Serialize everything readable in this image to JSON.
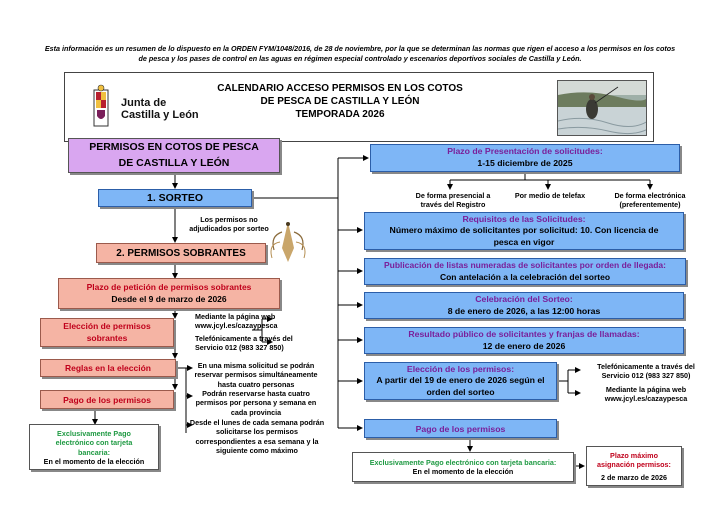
{
  "intro": "Esta información es un resumen de lo dispuesto en la ORDEN FYM/1048/2016, de 28 de noviembre, por la que se determinan las normas que rigen el acceso a los permisos en los cotos de pesca y los pases de control en las aguas en régimen especial controlado y escenarios deportivos sociales de Castilla y León.",
  "header": {
    "logo_line1": "Junta de",
    "logo_line2": "Castilla y León",
    "title_line1": "CALENDARIO ACCESO PERMISOS EN LOS COTOS",
    "title_line2": "DE PESCA DE CASTILLA Y LEÓN",
    "title_line3": "TEMPORADA 2026"
  },
  "left": {
    "main_line1": "PERMISOS EN COTOS DE PESCA",
    "main_line2": "DE CASTILLA Y LEÓN",
    "sorteo": "1.  SORTEO",
    "no_adjudicados_line1": "Los permisos no",
    "no_adjudicados_line2": "adjudicados por sorteo",
    "sobrantes": "2. PERMISOS SOBRANTES",
    "plazo_title": "Plazo de petición de permisos sobrantes",
    "plazo_date": "Desde el 9 de marzo de 2026",
    "eleccion_line1": "Elección de permisos",
    "eleccion_line2": "sobrantes",
    "web_line1": "Mediante la página web",
    "web_line2": "www.jcyl.es/cazaypesca",
    "tel_line1": "Telefónicamente a través del",
    "tel_line2": "Servicio 012 (983 327 850)",
    "reglas": "Reglas en la elección",
    "regla1_line1": "En una misma solicitud se podrán",
    "regla1_line2": "reservar permisos simultáneamente",
    "regla1_line3": "hasta cuatro personas",
    "regla2_line1": "Podrán reservarse hasta cuatro",
    "regla2_line2": "permisos por persona y semana en",
    "regla2_line3": "cada provincia",
    "regla3_line1": "Desde el lunes de cada semana podrán",
    "regla3_line2": "solicitarse los permisos",
    "regla3_line3": "correspondientes a esa semana y la",
    "regla3_line4": "siguiente como máximo",
    "pago": "Pago de los permisos",
    "pago_box_line1": "Exclusivamente Pago",
    "pago_box_line2": "electrónico con tarjeta",
    "pago_box_line3": "bancaria:",
    "pago_box_line4": "En el momento de la elección"
  },
  "right": {
    "presentacion_title": "Plazo de Presentación de solicitudes:",
    "presentacion_date": "1-15 diciembre de 2025",
    "opt1_line1": "De forma presencial a",
    "opt1_line2": "través del Registro",
    "opt2": "Por medio de telefax",
    "opt3_line1": "De forma electrónica",
    "opt3_line2": "(preferentemente)",
    "requisitos_title": "Requisitos de las Solicitudes:",
    "requisitos_line1": "Número máximo de solicitantes por solicitud: 10. Con licencia de",
    "requisitos_line2": "pesca en vigor",
    "publicacion_title": "Publicación de listas numeradas de solicitantes por orden de llegada:",
    "publicacion_text": "Con antelación a la celebración del sorteo",
    "celebracion_title": "Celebración del Sorteo:",
    "celebracion_text": "8 de enero de 2026, a las 12:00 horas",
    "resultado_title": "Resultado público de solicitantes y franjas de llamadas:",
    "resultado_text": "12 de enero de 2026",
    "eleccion_title": "Elección de los permisos:",
    "eleccion_line1": "A partir del 19 de enero de 2026 según el",
    "eleccion_line2": "orden del sorteo",
    "eleccion_tel_line1": "Telefónicamente a través del",
    "eleccion_tel_line2": "Servicio 012 (983 327 850)",
    "eleccion_web_line1": "Mediante la página web",
    "eleccion_web_line2": "www.jcyl.es/cazaypesca",
    "pago": "Pago de los permisos",
    "pago_box_line1": "Exclusivamente Pago electrónico con tarjeta bancaria:",
    "pago_box_line2": "En el momento de la elección",
    "plazo_max_line1": "Plazo máximo",
    "plazo_max_line2": "asignación permisos:",
    "plazo_max_date": "2 de marzo de 2026"
  },
  "colors": {
    "purple_box": "#d9a6f0",
    "blue_box": "#7eb6f6",
    "pink_box": "#f5b4a4",
    "title_purple": "#7a1f9a",
    "title_red": "#c0001b",
    "title_green": "#1f9a43"
  }
}
